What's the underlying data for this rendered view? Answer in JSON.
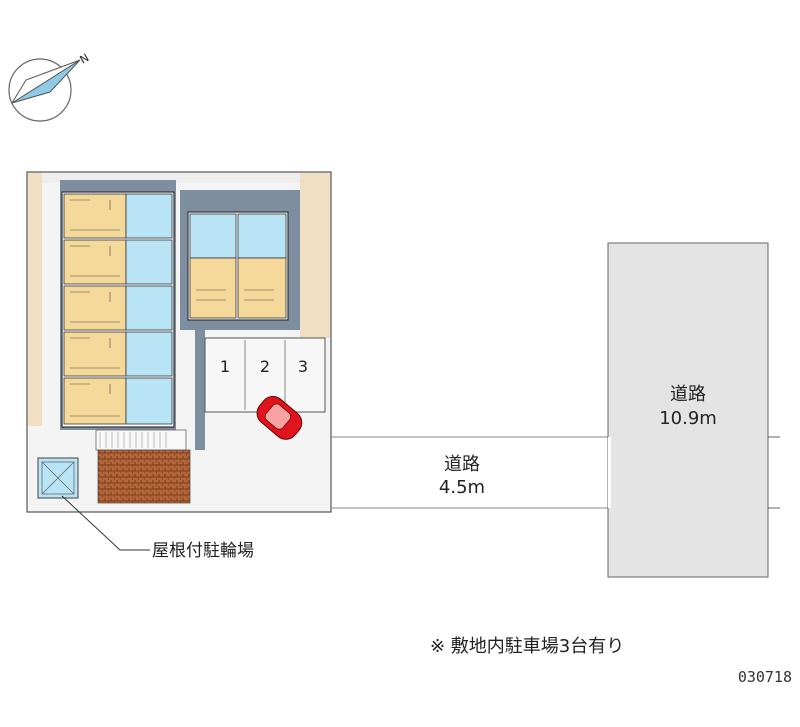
{
  "compass": {
    "label": "N"
  },
  "parking": {
    "spaces": [
      "1",
      "2",
      "3"
    ]
  },
  "roads": {
    "narrow": {
      "name": "道路",
      "width": "4.5m"
    },
    "wide": {
      "name": "道路",
      "width": "10.9m"
    }
  },
  "bicycle_parking": {
    "label": "屋根付駐輪場"
  },
  "note": "※ 敷地内駐車場3台有り",
  "code": "030718",
  "colors": {
    "unit_room": "#f5d99a",
    "wet_area": "#b9e4f5",
    "corridor_shadow": "#8aa0b3",
    "site_border": "#e8d8bf",
    "road": "#e6e6e6",
    "brick": "#a0522d",
    "car": "#e0141c"
  }
}
